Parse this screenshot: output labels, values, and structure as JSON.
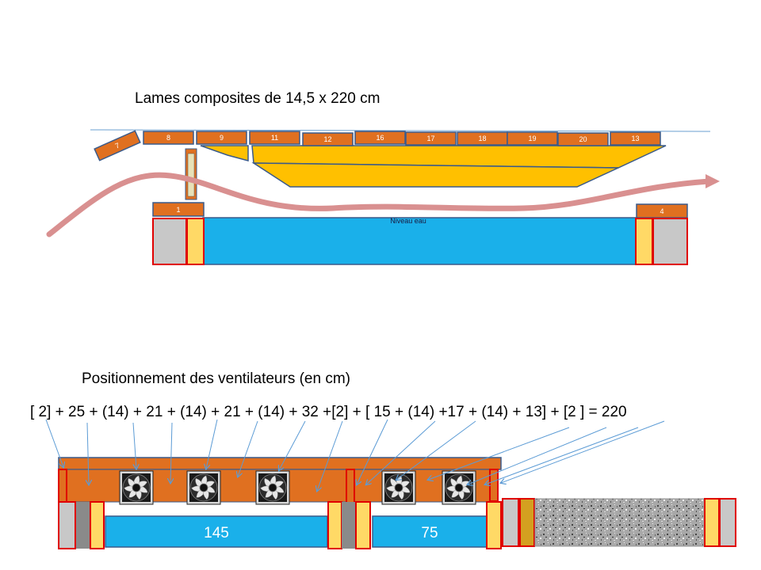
{
  "top": {
    "title": "Lames composites de 14,5 x 220 cm",
    "niveau_label": "Niveau eau",
    "planks": [
      "7",
      "8",
      "9",
      "11",
      "12",
      "16",
      "17",
      "18",
      "19",
      "20",
      "13"
    ],
    "post_left_label": "1",
    "post_right_label": "4"
  },
  "bottom": {
    "title": "Positionnement des ventilateurs (en cm)",
    "formula": "[ 2] +  25 + (14) + 21 + (14) + 21 + (14) + 32 +[2] + [ 15  + (14) +17  + (14) + 13] + [2 ] = 220",
    "left_section_value": "145",
    "right_section_value": "75",
    "fan_count": 5
  },
  "colors": {
    "plank_orange": "#e07020",
    "plank_border": "#3a5a8a",
    "hull_yellow": "#ffc000",
    "water_blue": "#1ab0ea",
    "concrete_gray": "#c8c8c8",
    "outline_red": "#e00000",
    "pale_yellow": "#ffd966",
    "airflow_pink": "#d99090",
    "pointer_blue": "#5b9bd5",
    "fan_dark": "#1a1a1a"
  }
}
